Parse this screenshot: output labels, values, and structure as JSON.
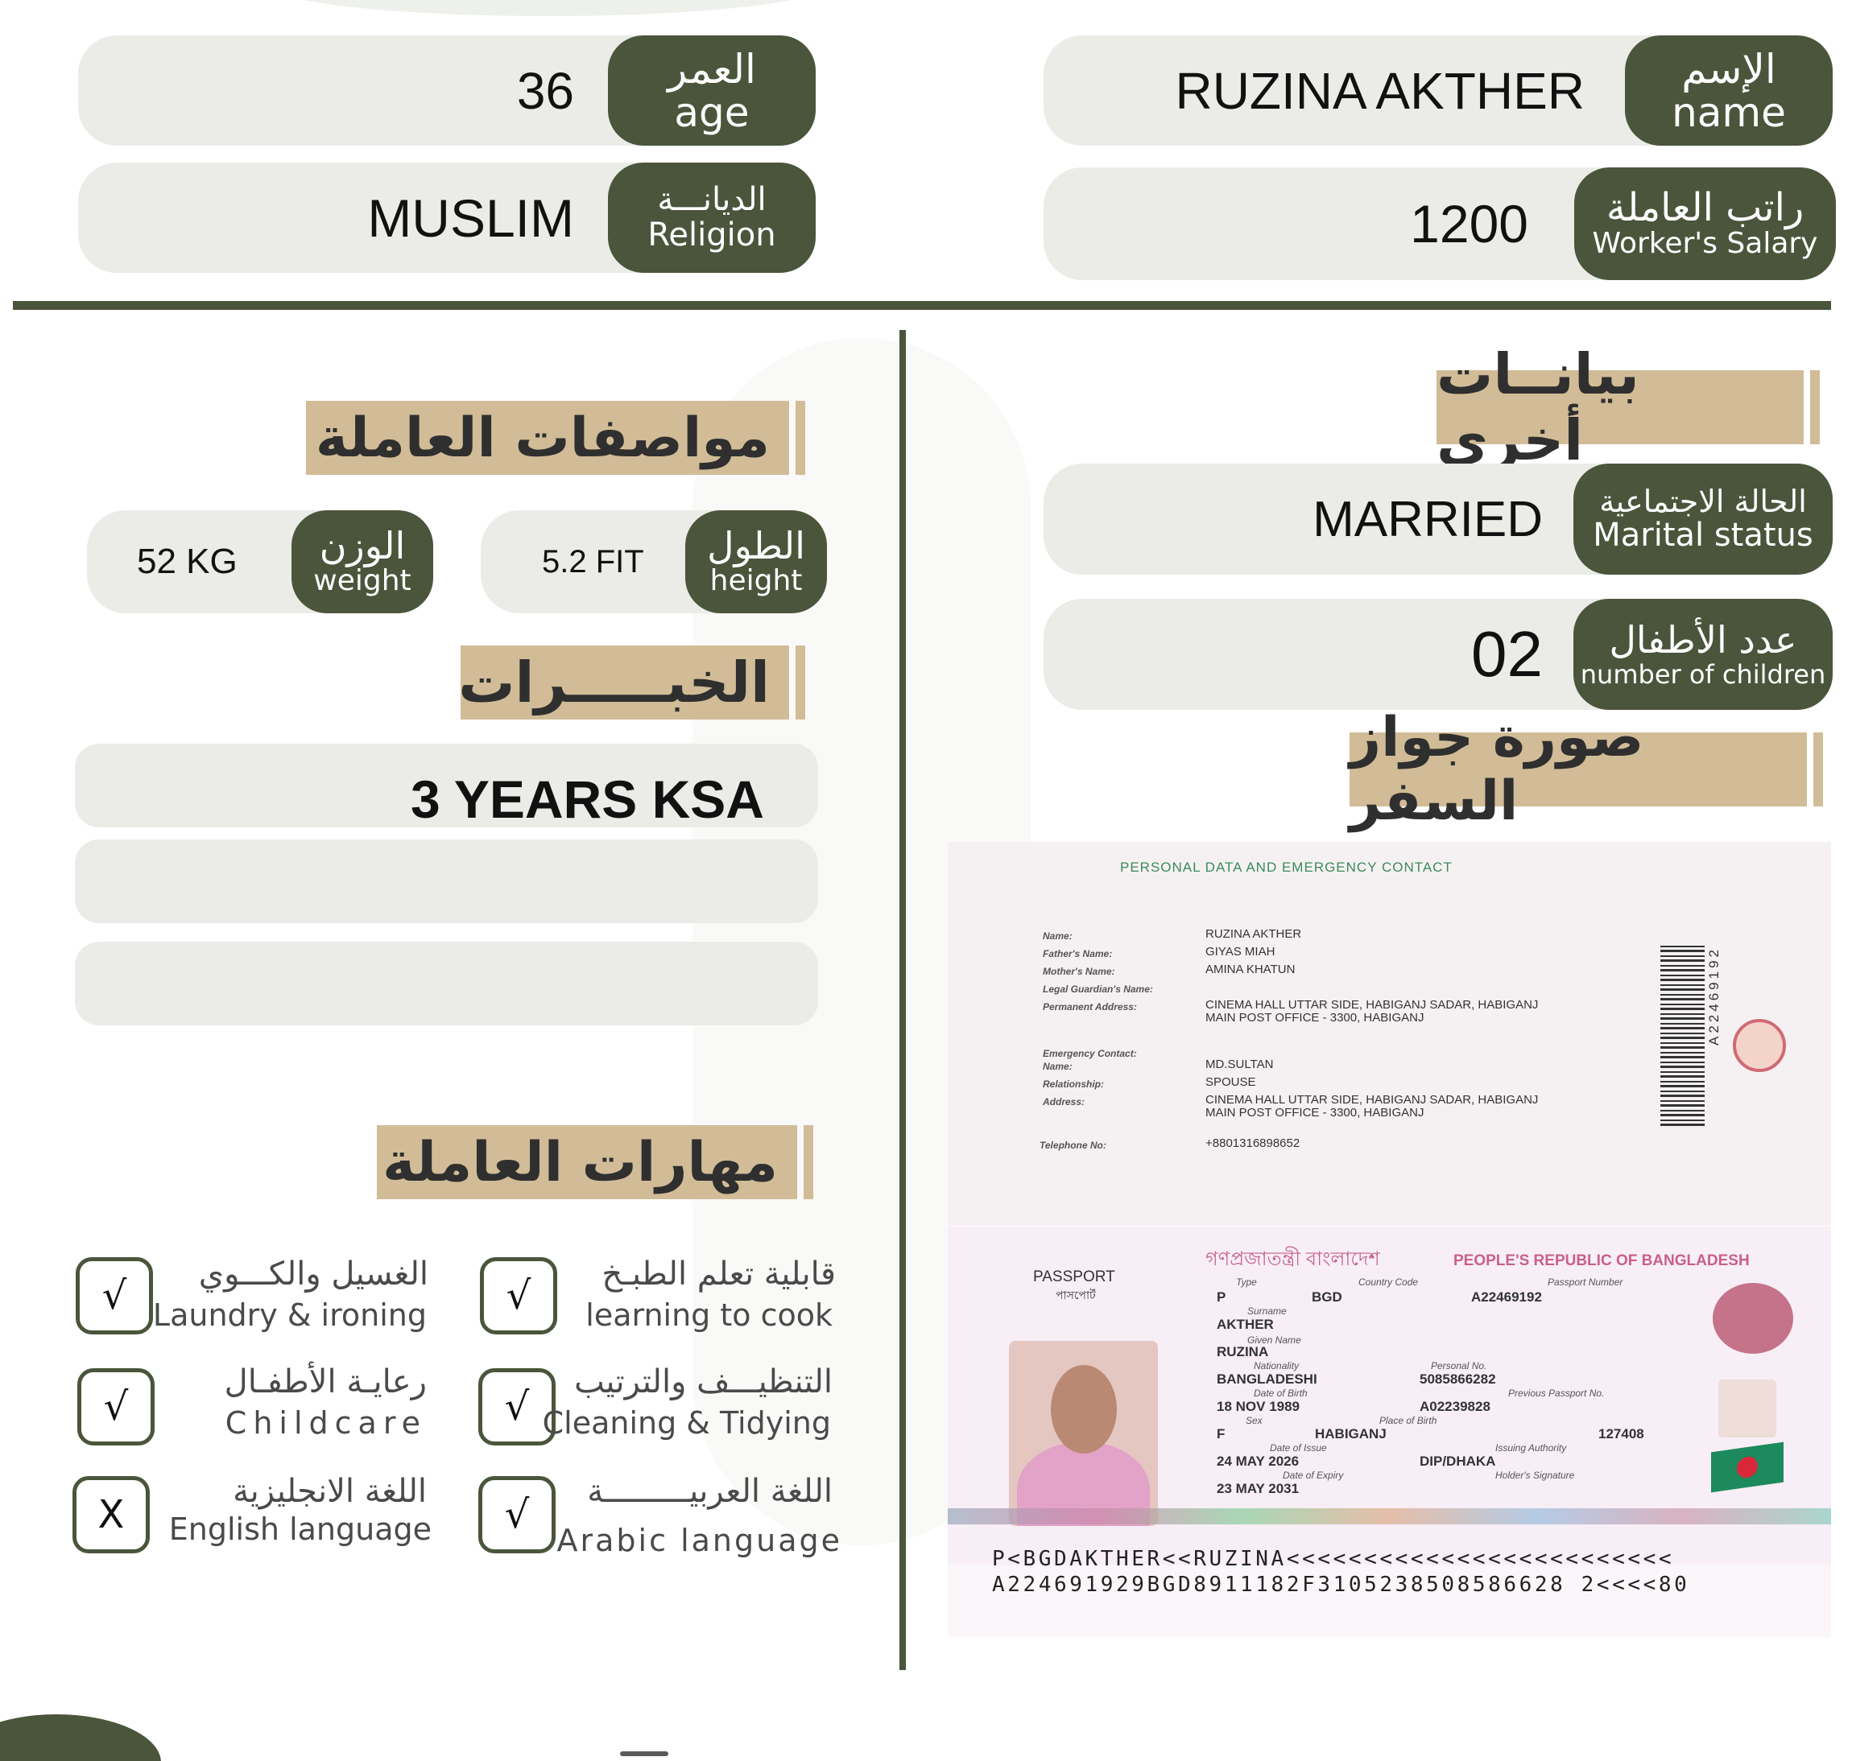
{
  "header": {
    "name": {
      "ar": "الإسم",
      "en": "name",
      "value": "RUZINA AKTHER"
    },
    "age": {
      "ar": "العمر",
      "en": "age",
      "value": "36"
    },
    "salary": {
      "ar": "راتب العاملة",
      "en": "Worker's Salary",
      "value": "1200"
    },
    "religion": {
      "ar": "الديانـــة",
      "en": "Religion",
      "value": "MUSLIM"
    }
  },
  "specs": {
    "heading": "مواصفات العاملة",
    "height": {
      "ar": "الطول",
      "en": "height",
      "value": "5.2 FIT"
    },
    "weight": {
      "ar": "الوزن",
      "en": "weight",
      "value": "52 KG"
    }
  },
  "experience": {
    "heading": "الخبـــــرات",
    "items": [
      "3 YEARS KSA",
      "",
      ""
    ]
  },
  "skills": {
    "heading": "مهارات العاملة",
    "items": [
      {
        "ar": "قابلية تعلم الطبـخ",
        "en": "learning to cook",
        "mark": "√"
      },
      {
        "ar": "الغسيل والكـــوي",
        "en": "Laundry & ironing",
        "mark": "√"
      },
      {
        "ar": "التنظيـــف والترتيب",
        "en": "Cleaning & Tidying",
        "mark": "√"
      },
      {
        "ar": "رعايـة الأطفـال",
        "en": "Childcare",
        "mark": "√"
      },
      {
        "ar": "اللغة العربيـــــــــة",
        "en": "Arabic language",
        "mark": "√"
      },
      {
        "ar": "اللغة الانجليزية",
        "en": "English language",
        "mark": "X"
      }
    ]
  },
  "other": {
    "heading": "بيانــات أخرى",
    "marital": {
      "ar": "الحالة الاجتماعية",
      "en": "Marital status",
      "value": "MARRIED"
    },
    "children": {
      "ar": "عدد الأطفال",
      "en": "number of children",
      "value": "02"
    }
  },
  "passport_section": {
    "heading": "صورة جواز السفر",
    "page_title": "PERSONAL DATA AND EMERGENCY CONTACT",
    "fields": [
      {
        "label": "Name:",
        "value": "RUZINA AKTHER"
      },
      {
        "label": "Father's Name:",
        "value": "GIYAS MIAH"
      },
      {
        "label": "Mother's Name:",
        "value": "AMINA KHATUN"
      },
      {
        "label": "Legal Guardian's Name:",
        "value": ""
      },
      {
        "label": "Permanent Address:",
        "value": "CINEMA HALL UTTAR SIDE, HABIGANJ SADAR, HABIGANJ"
      },
      {
        "label": "",
        "value": "MAIN POST OFFICE - 3300, HABIGANJ"
      }
    ],
    "emergency": [
      {
        "label": "Emergency Contact:",
        "value": ""
      },
      {
        "label": "Name:",
        "value": "MD.SULTAN"
      },
      {
        "label": "Relationship:",
        "value": "SPOUSE"
      },
      {
        "label": "Address:",
        "value": "CINEMA HALL UTTAR SIDE, HABIGANJ SADAR, HABIGANJ"
      },
      {
        "label": "",
        "value": "MAIN POST OFFICE - 3300, HABIGANJ"
      },
      {
        "label": "Telephone No:",
        "value": "+8801316898652"
      }
    ],
    "barcode_number": "A22469192",
    "country_bn": "গণপ্রজাতন্ত্রী বাংলাদেশ",
    "country_en": "PEOPLE'S REPUBLIC OF BANGLADESH",
    "doc_en": "PASSPORT",
    "doc_bn": "পাসপোর্ট",
    "labels": {
      "type": "Type",
      "country_code": "Country Code",
      "passport_number": "Passport Number",
      "surname": "Surname",
      "given_name": "Given Name",
      "nationality": "Nationality",
      "personal_no": "Personal No.",
      "dob": "Date of Birth",
      "prev_passport": "Previous Passport No.",
      "sex": "Sex",
      "place_of_birth": "Place of Birth",
      "date_of_issue": "Date of Issue",
      "issuing_authority": "Issuing Authority",
      "date_of_expiry": "Date of Expiry",
      "holder_signature": "Holder's Signature"
    },
    "values": {
      "type": "P",
      "country_code": "BGD",
      "passport_number": "A22469192",
      "surname": "AKTHER",
      "given_name": "RUZINA",
      "nationality": "BANGLADESHI",
      "personal_no": "5085866282",
      "dob": "18 NOV 1989",
      "prev_passport": "A02239828",
      "sex": "F",
      "place_of_birth": "HABIGANJ",
      "code": "127408",
      "date_of_issue": "24 MAY 2026",
      "issuing_authority": "DIP/DHAKA",
      "date_of_expiry": "23 MAY 2031"
    },
    "mrz_line1": "P<BGDAKTHER<<RUZINA<<<<<<<<<<<<<<<<<<<<<<<<<",
    "mrz_line2": "A224691929BGD8911182F3105238508586628 2<<<<80"
  },
  "colors": {
    "accent": "#4a553b",
    "heading_bg": "#d1bc97",
    "pill_bg": "#ebece8"
  }
}
